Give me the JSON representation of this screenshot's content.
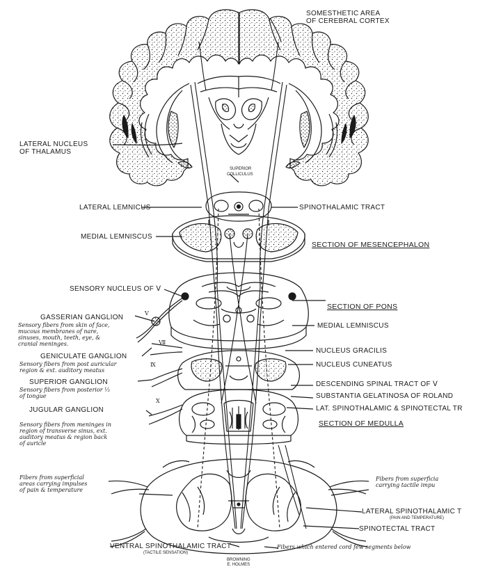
{
  "labels": {
    "somesthetic": "SOMESTHETIC AREA",
    "somesthetic2": "OF CEREBRAL CORTEX",
    "lateral_nucleus": "LATERAL NUCLEUS",
    "lateral_nucleus2": "OF THALAMUS",
    "superior_colliculus": "SUPERIOR",
    "superior_colliculus2": "COLLICULUS",
    "lateral_lemniscus": "LATERAL LEMNICUS",
    "spinothalamic_tract": "SPINOTHALAMIC TRACT",
    "medial_lemniscus_top": "MEDIAL LEMNISCUS",
    "section_mesencephalon": "SECTION OF MESENCEPHALON",
    "sensory_nucleus": "SENSORY NUCLEUS OF Ⅴ",
    "section_pons": "SECTION OF PONS",
    "gasserian": "GASSERIAN GANGLION",
    "gasserian_note": "Sensory fibers from skin of face,\nmucous membranes of nare,\nsinuses, mouth, teeth, eye, &\ncranial meninges.",
    "medial_lemniscus_pons": "MEDIAL LEMNISCUS",
    "geniculate": "GENICULATE GANGLION",
    "geniculate_note": "Sensory fibers from post auricular\nregion & ext. auditory meatus",
    "nucleus_gracilis": "NUCLEUS GRACILIS",
    "nucleus_cuneatus": "NUCLEUS CUNEATUS",
    "superior_ganglion": "SUPERIOR GANGLION",
    "superior_note": "Sensory fibers from posterior ⅓\nof tongue",
    "descending": "DESCENDING SPINAL TRACT OF Ⅴ",
    "substantia": "SUBSTANTIA GELATINOSA OF ROLAND",
    "jugular": "JUGULAR GANGLION",
    "jugular_note": "Sensory fibers from meninges in\nregion of transverse sinus, ext.\nauditory meatus & region back\nof auricle",
    "lat_spinothalamic_tr": "LAT. SPINOTHALAMIC & SPINOTECTAL TR",
    "section_medulla": "SECTION OF MEDULLA",
    "left_fibers": "Fibers from superficial\nareas carrying impulses\nof pain & temperature",
    "right_fibers": "Fibers from superficia\ncarrying tactile impu",
    "lateral_spinothalamic": "LATERAL SPINOTHALAMIC T",
    "pain_temp": "(PAIN AND TEMPERATURE)",
    "spinotectal": "SPINOTECTAL TRACT",
    "ventral": "VENTRAL SPINOTHALAMIC TRACT",
    "tactile": "(TACTILE SENSATION)",
    "fibers_entered": "Fibers which entered cord few segments below",
    "signature": "BROWNING\nE. HOLMES"
  },
  "nerve_numerals": {
    "v": "Ⅴ",
    "vii": "Ⅶ",
    "ix": "Ⅸ",
    "x": "Ⅹ"
  },
  "colors": {
    "ink": "#1a1a1a",
    "paper": "#ffffff"
  }
}
